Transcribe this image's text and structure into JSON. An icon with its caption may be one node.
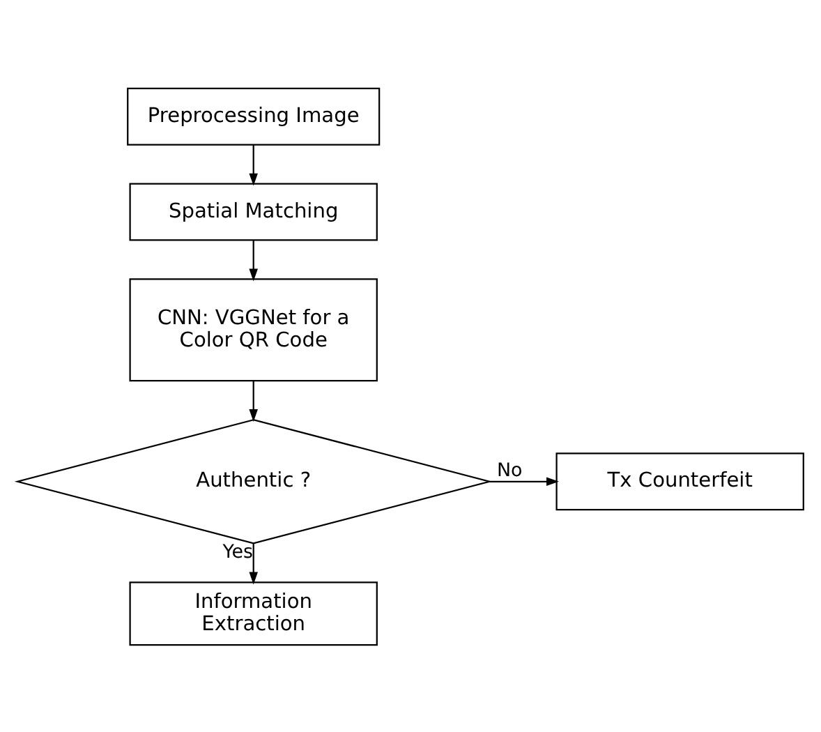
{
  "diagram": {
    "nodes": [
      {
        "text": [
          "Preprocessing Image"
        ]
      },
      {
        "text": [
          "Spatial Matching"
        ]
      },
      {
        "text": [
          "CNN: VGGNet for a Color QR Code"
        ]
      },
      {
        "text": [
          "Authentic ?"
        ]
      },
      {
        "text": [
          "Tx Counterfeit"
        ]
      },
      {
        "text": [
          "Information Extraction"
        ]
      }
    ],
    "edges": [
      {
        "from": 0,
        "to": 1,
        "arrow": "to"
      },
      {
        "from": 1,
        "to": 2,
        "arrow": "to"
      },
      {
        "from": 2,
        "to": 3,
        "arrow": "to"
      },
      {
        "from": 3,
        "to": 4,
        "arrow": "to",
        "label": "No"
      },
      {
        "from": 3,
        "to": 5,
        "arrow": "to",
        "label": "Yes"
      }
    ]
  }
}
